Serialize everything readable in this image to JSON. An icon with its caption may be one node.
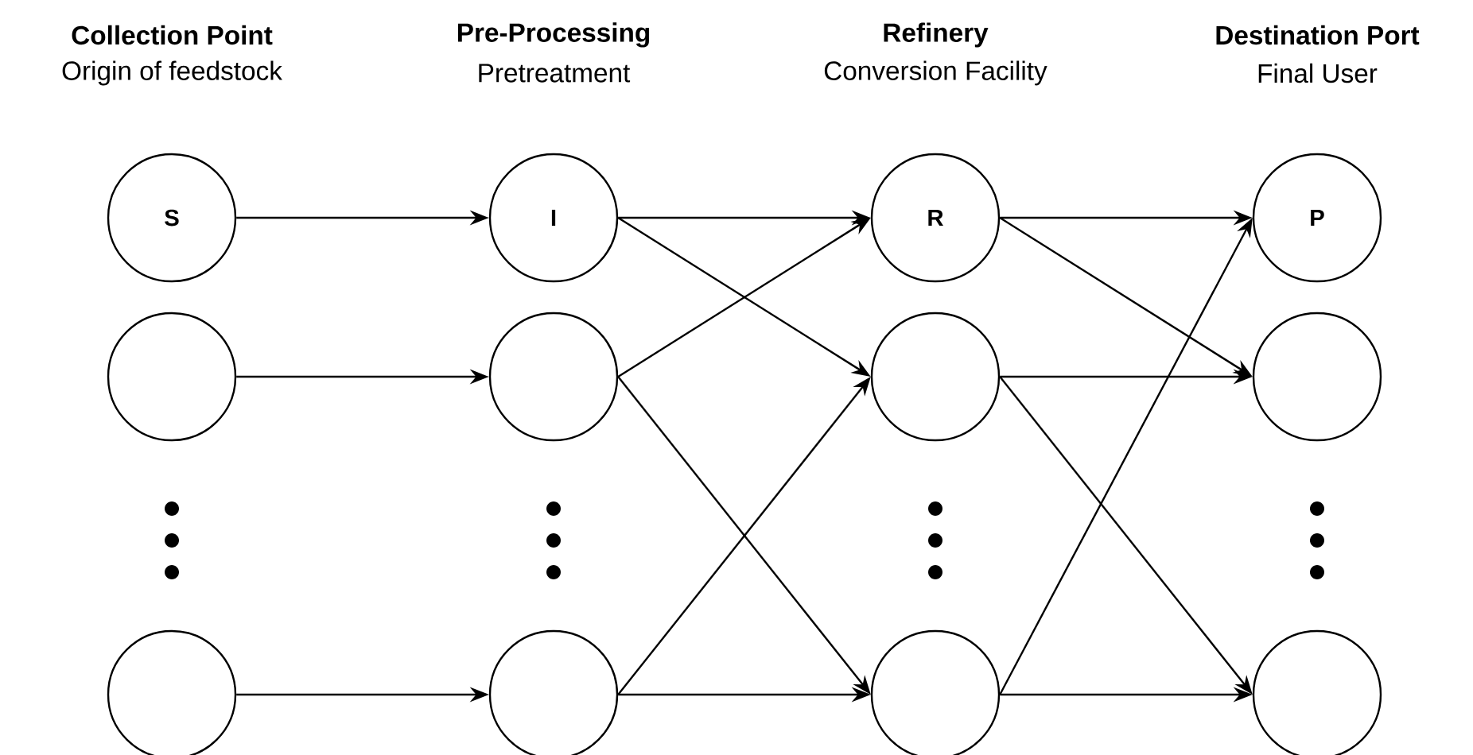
{
  "diagram": {
    "nodes": [
      {
        "text": [
          "S"
        ]
      },
      {
        "text": [],
        "shape": "circle"
      },
      {
        "text": [],
        "shape": "circle"
      },
      {
        "text": [
          "I"
        ]
      },
      {
        "text": [],
        "shape": "circle"
      },
      {
        "text": [],
        "shape": "circle"
      },
      {
        "text": [
          "R"
        ]
      },
      {
        "text": [],
        "shape": "circle"
      },
      {
        "text": [],
        "shape": "circle"
      },
      {
        "text": [
          "P"
        ]
      },
      {
        "text": [],
        "shape": "circle"
      },
      {
        "text": [],
        "shape": "circle"
      }
    ],
    "edges": [
      {
        "from": 0,
        "to": 3,
        "arrow": "to"
      },
      {
        "from": 1,
        "to": 4,
        "arrow": "to"
      },
      {
        "from": 2,
        "to": 5,
        "arrow": "to"
      },
      {
        "from": 3,
        "to": 6,
        "arrow": "to"
      },
      {
        "from": 3,
        "to": 7,
        "arrow": "to"
      },
      {
        "from": 4,
        "to": 6,
        "arrow": "to"
      },
      {
        "from": 4,
        "to": 8,
        "arrow": "to"
      },
      {
        "from": 5,
        "to": 7,
        "arrow": "to"
      },
      {
        "from": 5,
        "to": 8,
        "arrow": "to"
      },
      {
        "from": 6,
        "to": 9,
        "arrow": "to"
      },
      {
        "from": 6,
        "to": 10,
        "arrow": "to"
      },
      {
        "from": 7,
        "to": 10,
        "arrow": "to"
      },
      {
        "from": 7,
        "to": 11,
        "arrow": "to"
      },
      {
        "from": 8,
        "to": 9,
        "arrow": "to"
      },
      {
        "from": 8,
        "to": 11,
        "arrow": "to"
      }
    ],
    "labels": [
      "Collection Point",
      "Pre-Processing",
      "Refinery",
      "Destination Port",
      "Origin of feedstock",
      "Pretreatment",
      "Conversion Facility",
      "Final User"
    ]
  }
}
